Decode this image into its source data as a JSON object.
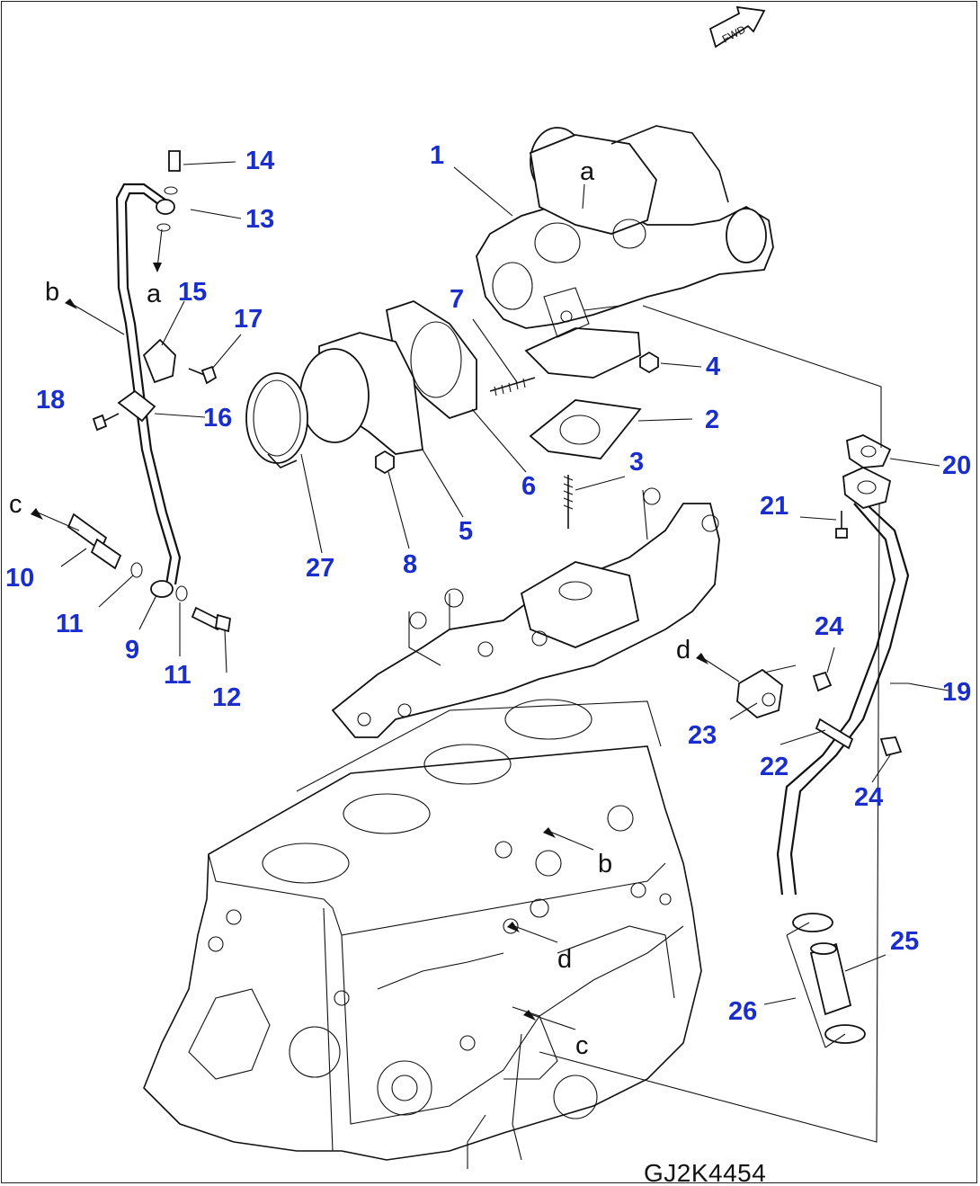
{
  "diagram": {
    "code": "GJ2K4454",
    "direction_arrow_label": "FWD",
    "part_numbers": [
      "1",
      "2",
      "3",
      "4",
      "5",
      "6",
      "7",
      "8",
      "9",
      "10",
      "11",
      "11",
      "12",
      "13",
      "14",
      "15",
      "16",
      "17",
      "18",
      "19",
      "20",
      "21",
      "22",
      "23",
      "24",
      "24",
      "25",
      "26",
      "27"
    ],
    "reference_letters": {
      "a_top": "a",
      "a_pipe": "a",
      "b_pipe": "b",
      "b_block": "b",
      "c_left": "c",
      "c_block": "c",
      "d_bracket": "d",
      "d_block": "d"
    },
    "colors": {
      "callout": "#1a2ecc",
      "line": "#111111"
    }
  }
}
